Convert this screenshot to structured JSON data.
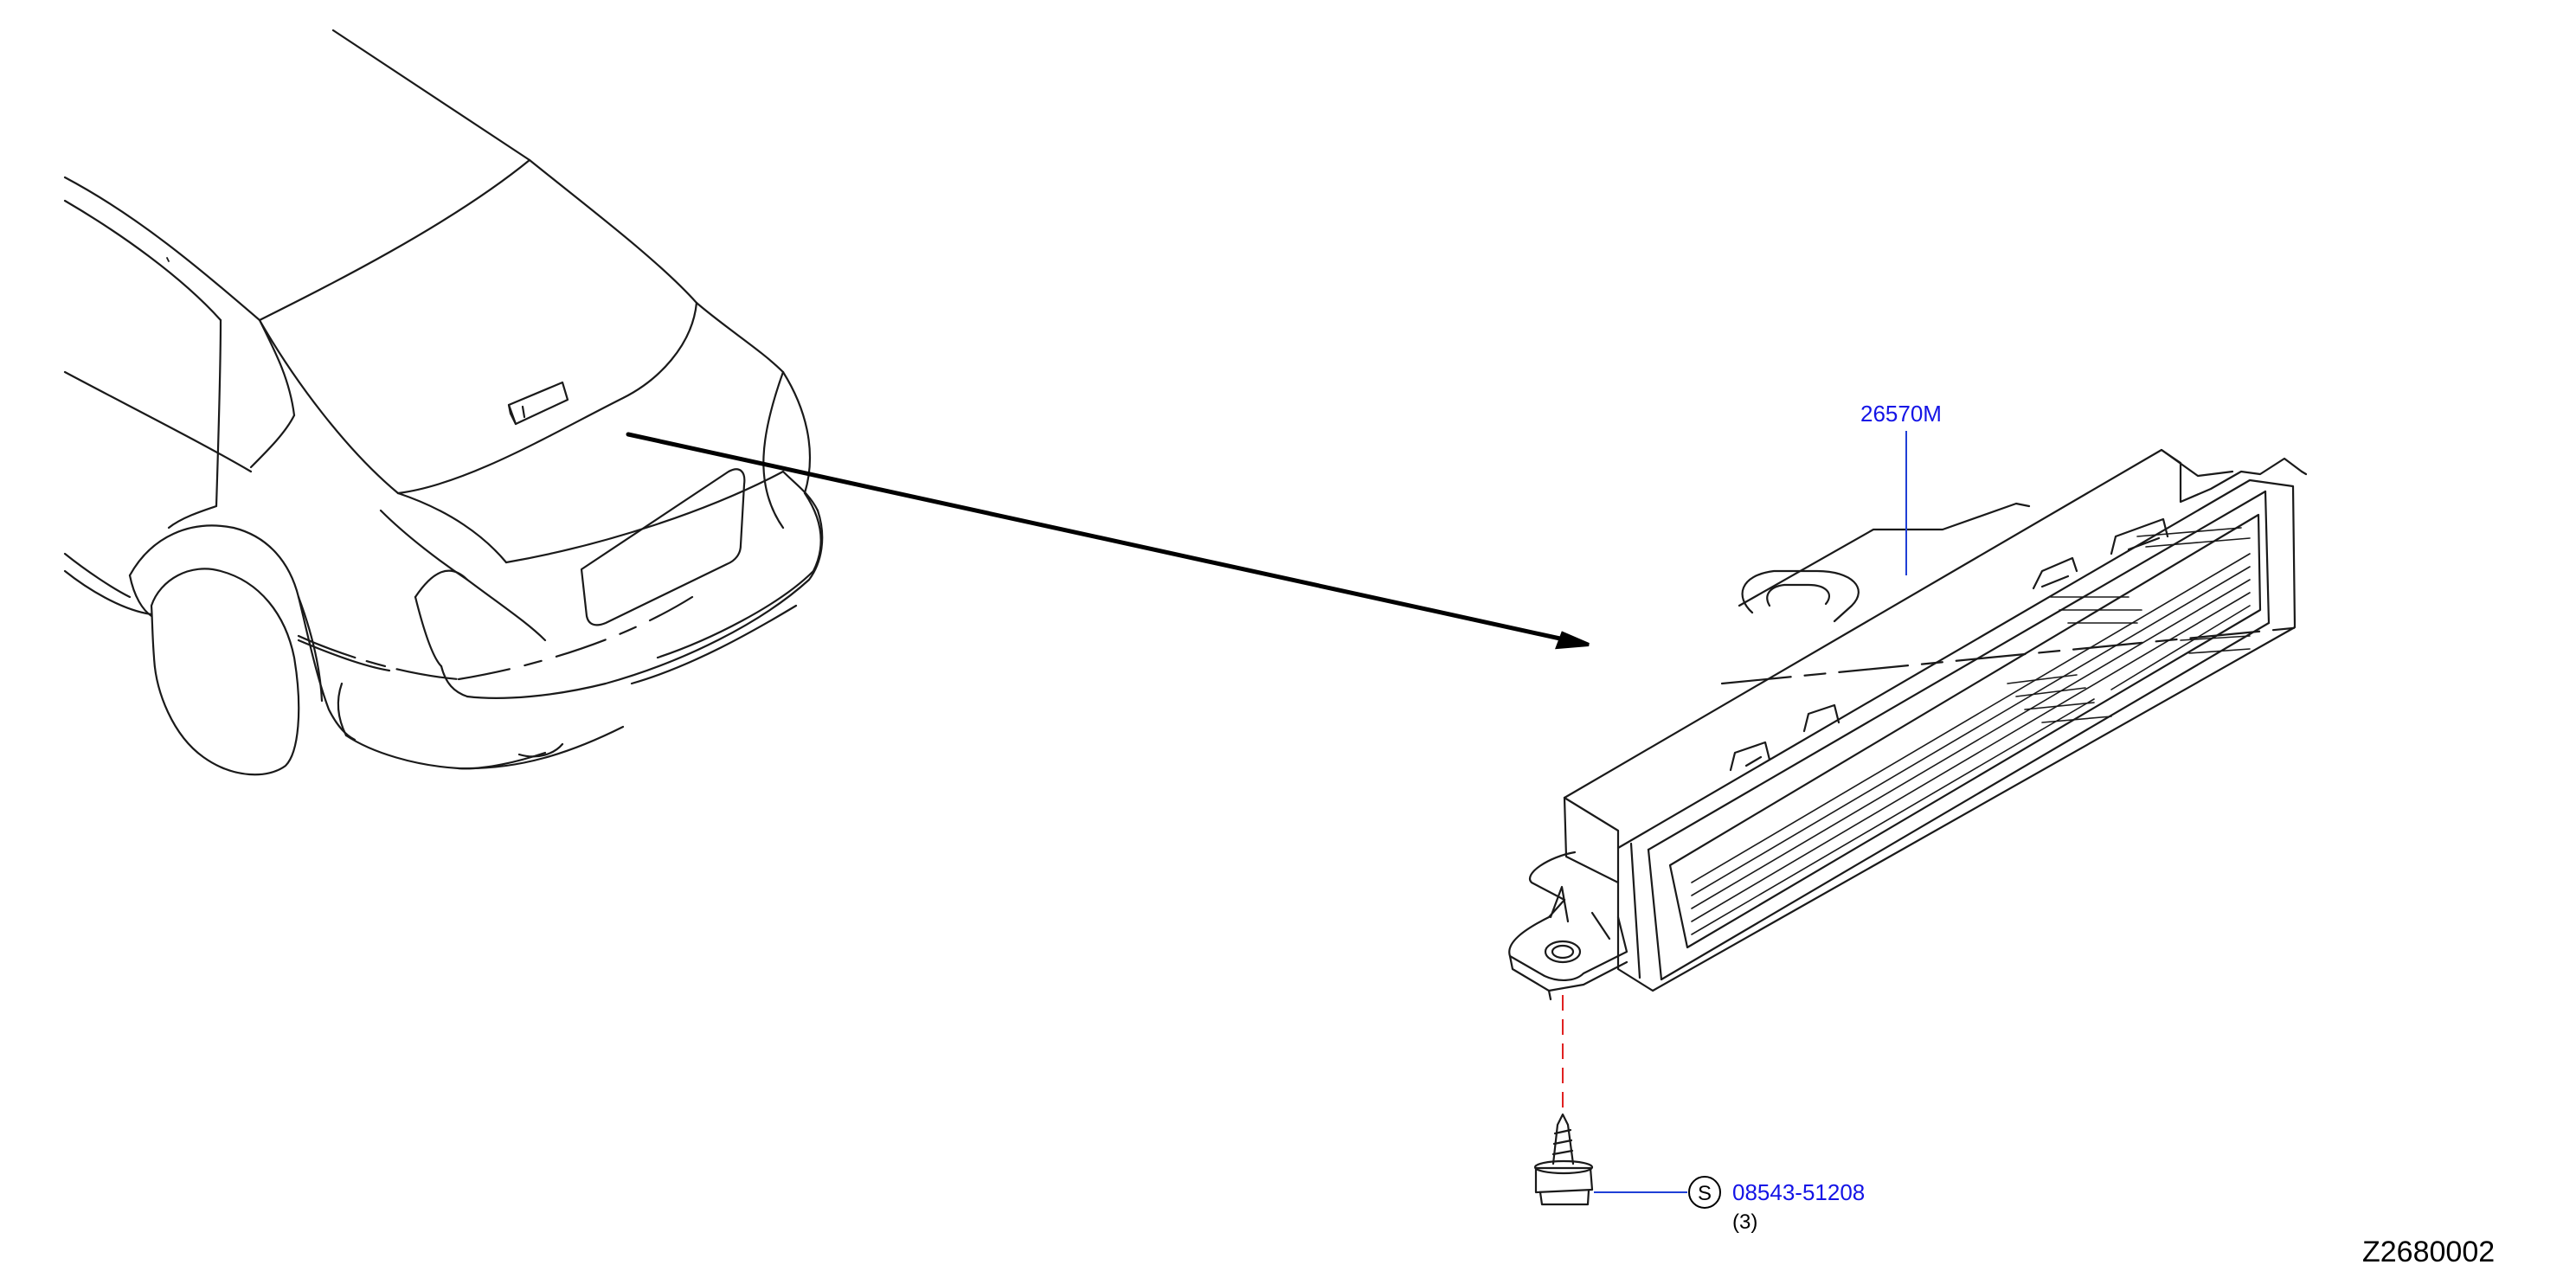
{
  "diagram": {
    "figure_code": "Z2680002",
    "parts": [
      {
        "part_number": "26570M",
        "color": "#1414e6"
      },
      {
        "part_number": "08543-51208",
        "symbol": "S",
        "quantity": "(3)",
        "color": "#1414e6"
      }
    ],
    "colors": {
      "line": "#1a1a1a",
      "part_number": "#1414e6",
      "leader": "#1f3fd6",
      "center_line": "#e02020",
      "background": "#ffffff"
    }
  }
}
